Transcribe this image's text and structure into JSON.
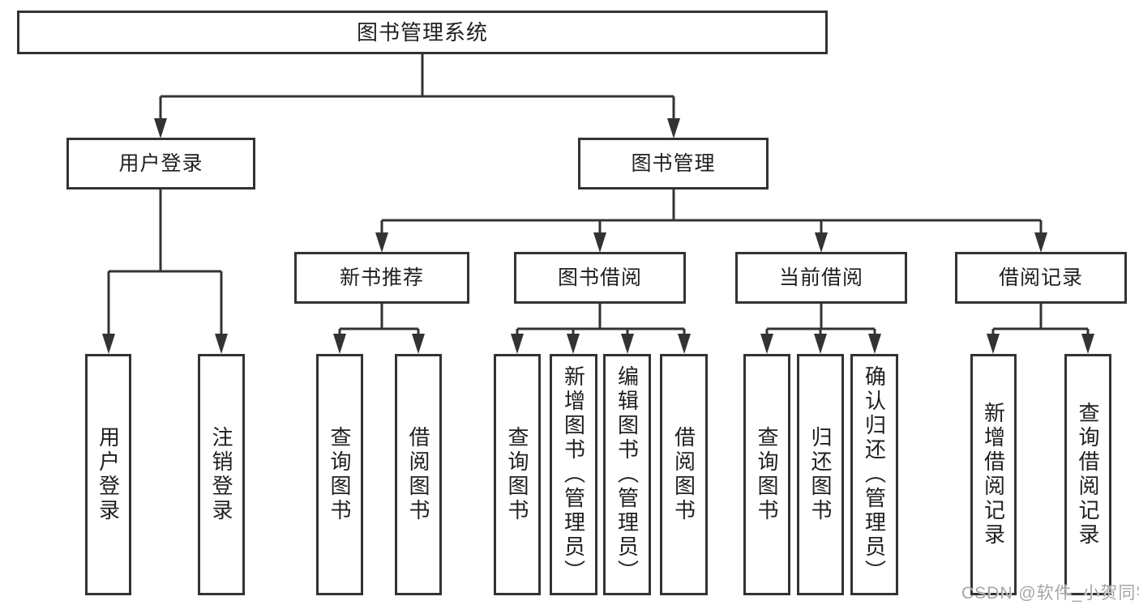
{
  "nodes": {
    "root": "图书管理系统",
    "level2": [
      "用户登录",
      "图书管理"
    ],
    "level3": [
      "新书推荐",
      "图书借阅",
      "当前借阅",
      "借阅记录"
    ],
    "leaves_user_login": [
      "用户登录",
      "注销登录"
    ],
    "leaves_new_book_recommend": [
      "查询图书",
      "借阅图书"
    ],
    "leaves_book_borrow": [
      "查询图书",
      "新增图书（管理员）",
      "编辑图书（管理员）",
      "借阅图书"
    ],
    "leaves_current_borrow": [
      "查询图书",
      "归还图书",
      "确认归还（管理员）"
    ],
    "leaves_borrow_record": [
      "新增借阅记录",
      "查询借阅记录"
    ]
  },
  "watermark": "CSDN @软件_小贺同学",
  "colors": {
    "line": "#333333",
    "text": "#1f1f1f",
    "watermark": "#a6a6a6",
    "background": "#ffffff"
  }
}
